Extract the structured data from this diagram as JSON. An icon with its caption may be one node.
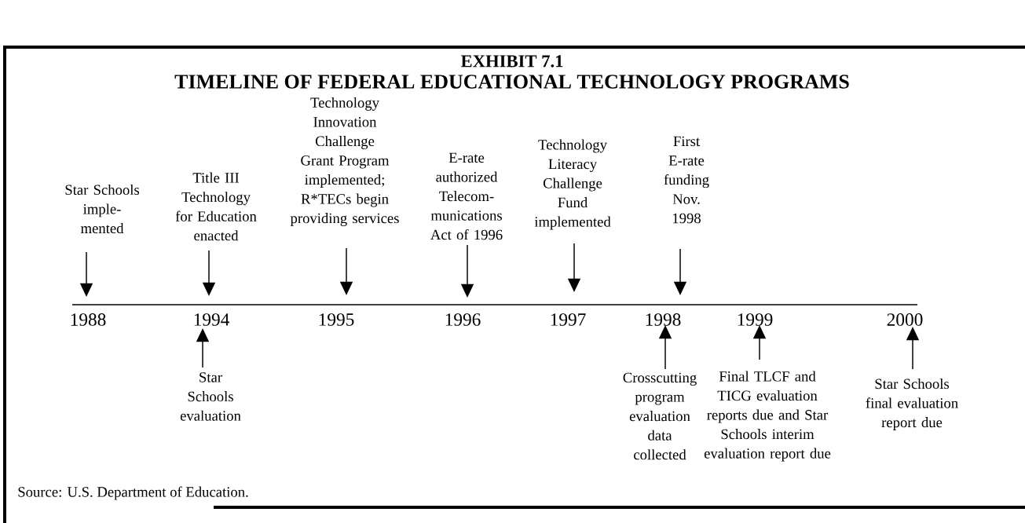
{
  "diagram": {
    "title": "TIMELINE OF FEDERAL EDUCATIONAL TECHNOLOGY PROGRAMS",
    "caption": "Source: U.S. Department of Education.",
    "labels": [
      "EXHIBIT 7.1"
    ],
    "nodes": [
      {
        "text": [
          "Star Schools imple- mented"
        ]
      },
      {
        "text": [
          "Title III Technology for Education enacted"
        ]
      },
      {
        "text": [
          "Technology Innovation Challenge Grant Program implemented; R*TECs begin providing services"
        ]
      },
      {
        "text": [
          "E-rate authorized Telecom- munications Act of 1996"
        ]
      },
      {
        "text": [
          "Technology Literacy Challenge Fund implemented"
        ]
      },
      {
        "text": [
          "First E-rate funding Nov. 1998"
        ]
      },
      {
        "text": [
          "1988"
        ]
      },
      {
        "text": [
          "1994"
        ]
      },
      {
        "text": [
          "1995"
        ]
      },
      {
        "text": [
          "1996"
        ]
      },
      {
        "text": [
          "1997"
        ]
      },
      {
        "text": [
          "1998"
        ]
      },
      {
        "text": [
          "1999"
        ]
      },
      {
        "text": [
          "2000"
        ]
      },
      {
        "text": [
          "Star Schools evaluation"
        ]
      },
      {
        "text": [
          "Crosscutting program evaluation data collected"
        ]
      },
      {
        "text": [
          "Final TLCF and TICG evaluation reports due and Star Schools interim evaluation report due"
        ]
      },
      {
        "text": [
          "Star Schools final evaluation report due"
        ]
      }
    ],
    "edges": [
      {
        "from": 0,
        "to": 6,
        "arrow": "to"
      },
      {
        "from": 1,
        "to": 7,
        "arrow": "to"
      },
      {
        "from": 2,
        "to": 8,
        "arrow": "to"
      },
      {
        "from": 3,
        "to": 9,
        "arrow": "to"
      },
      {
        "from": 4,
        "to": 10,
        "arrow": "to"
      },
      {
        "from": 5,
        "to": 11,
        "arrow": "to"
      },
      {
        "from": 14,
        "to": 7,
        "arrow": "to"
      },
      {
        "from": 15,
        "to": 11,
        "arrow": "to"
      },
      {
        "from": 16,
        "to": 12,
        "arrow": "to"
      },
      {
        "from": 17,
        "to": 13,
        "arrow": "to"
      }
    ]
  }
}
